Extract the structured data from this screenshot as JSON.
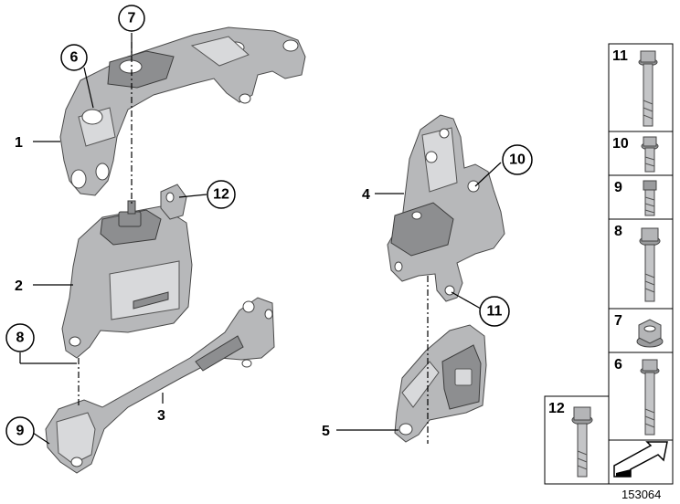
{
  "callouts": {
    "c1": "1",
    "c2": "2",
    "c3": "3",
    "c4": "4",
    "c5": "5",
    "c6": "6",
    "c7": "7",
    "c8": "8",
    "c9": "9",
    "c10": "10",
    "c11": "11",
    "c12": "12"
  },
  "fastener_panel": {
    "rows": [
      {
        "label": "11",
        "icon": "long-flange-bolt-icon"
      },
      {
        "label": "10",
        "icon": "short-flange-bolt-icon"
      },
      {
        "label": "9",
        "icon": "short-hex-bolt-icon"
      },
      {
        "label": "8",
        "icon": "flange-bolt-icon"
      },
      {
        "label": "7",
        "icon": "hex-nut-icon"
      },
      {
        "label": "6",
        "icon": "long-hex-bolt-icon"
      }
    ],
    "extra": {
      "label": "12",
      "icon": "flange-bolt-icon"
    },
    "arrow_icon": "arrow-indicator-icon"
  },
  "reference_number": "153064"
}
